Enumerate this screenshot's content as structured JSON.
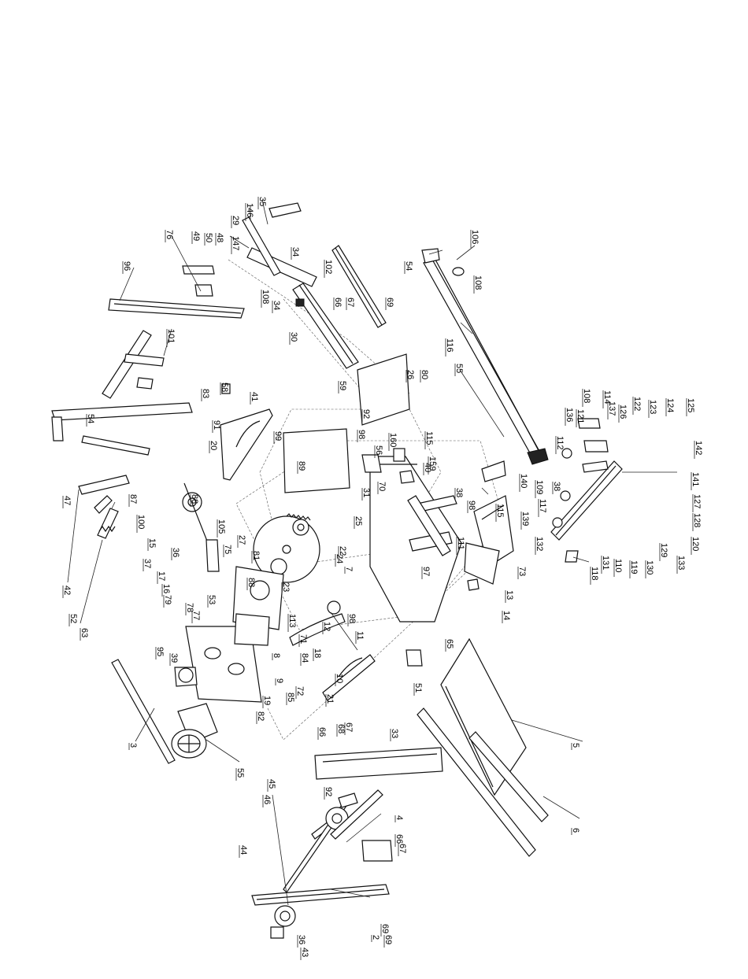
{
  "labels": [
    "35",
    "146",
    "29",
    "147",
    "34",
    "34",
    "108",
    "102",
    "67",
    "66",
    "69",
    "30",
    "106",
    "54",
    "108",
    "116",
    "55",
    "76",
    "49",
    "50",
    "48",
    "96",
    "101",
    "83",
    "58",
    "41",
    "91",
    "20",
    "26",
    "80",
    "59",
    "92",
    "98",
    "160",
    "115",
    "159",
    "56",
    "99",
    "89",
    "31",
    "70",
    "40",
    "108",
    "114",
    "136",
    "121",
    "137",
    "126",
    "122",
    "123",
    "124",
    "125",
    "142",
    "112",
    "38",
    "141",
    "127",
    "128",
    "120",
    "87",
    "88",
    "100",
    "15",
    "36",
    "37",
    "105",
    "75",
    "17",
    "16",
    "79",
    "78",
    "53",
    "77",
    "88",
    "27",
    "81",
    "22",
    "24",
    "7",
    "23",
    "113",
    "98",
    "12",
    "11",
    "71",
    "18",
    "84",
    "8",
    "9",
    "85",
    "10",
    "72",
    "21",
    "67",
    "68",
    "66",
    "33",
    "95",
    "39",
    "82",
    "19",
    "69",
    "55",
    "3",
    "47",
    "54",
    "42",
    "52",
    "63",
    "5",
    "6",
    "4",
    "45",
    "92",
    "46",
    "66",
    "67",
    "44",
    "36",
    "43",
    "2",
    "69",
    "25",
    "98",
    "115",
    "38",
    "111",
    "73",
    "13",
    "14",
    "97",
    "65",
    "51",
    "140",
    "109",
    "117",
    "139",
    "132",
    "118",
    "131",
    "110",
    "119",
    "130",
    "129",
    "133"
  ]
}
